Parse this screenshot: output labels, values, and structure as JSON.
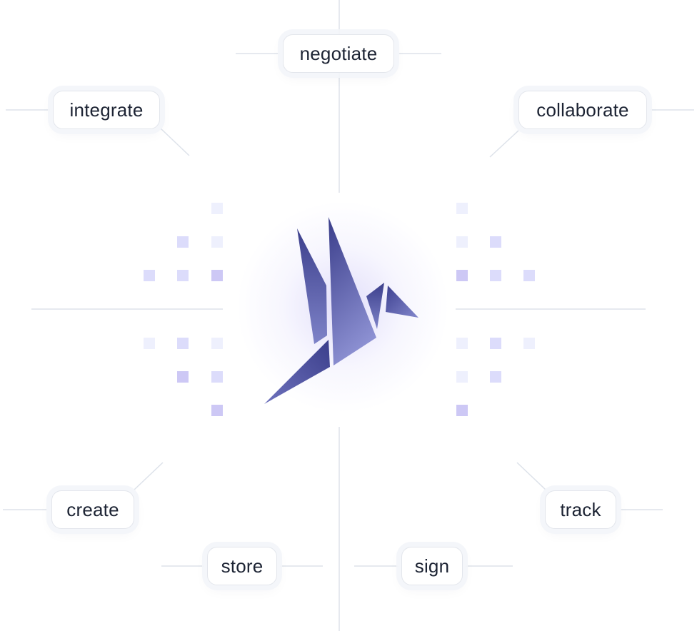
{
  "labels": {
    "negotiate": "negotiate",
    "integrate": "integrate",
    "collaborate": "collaborate",
    "create": "create",
    "track": "track",
    "store": "store",
    "sign": "sign"
  },
  "colors": {
    "line": "#dde2ea",
    "square_light": "#eef0fd",
    "square_mid": "#dcdcfb",
    "square_dark": "#cdc8f5",
    "logo_dark": "#3f4290",
    "logo_light": "#8a8ed0"
  },
  "icons": {
    "center": "origami-bird-logo-icon"
  }
}
